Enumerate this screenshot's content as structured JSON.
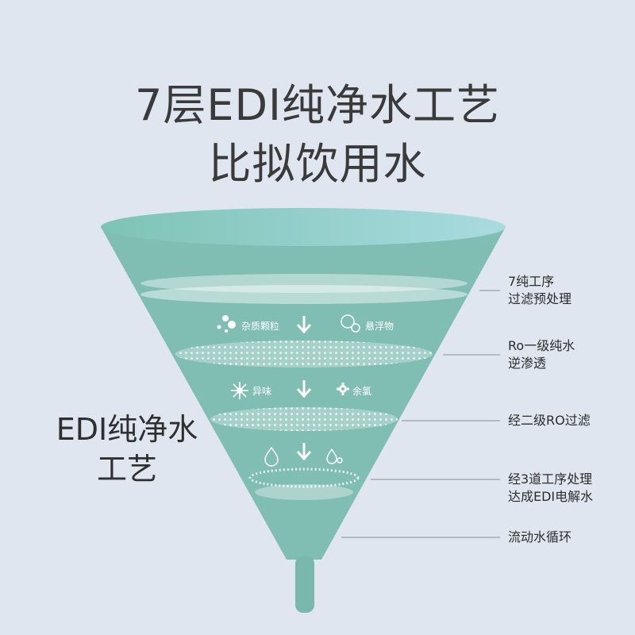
{
  "title": {
    "line1": "7层EDI纯净水工艺",
    "line2": "比拟饮用水"
  },
  "side_label": {
    "line1": "EDI纯净水",
    "line2": "工艺"
  },
  "stages": {
    "row1": {
      "left": "杂质颗粒",
      "right": "悬浮物"
    },
    "row2": {
      "left": "异味",
      "right": "余氯"
    }
  },
  "callouts": {
    "c1": {
      "line1": "7纯工序",
      "line2": "过滤预处理"
    },
    "c2": {
      "line1": "Ro一级纯水",
      "line2": "逆渗透"
    },
    "c3": {
      "line1": "经二级RO过滤"
    },
    "c4": {
      "line1": "经3道工序处理",
      "line2": "达成EDI电解水"
    },
    "c5": {
      "line1": "流动水循环"
    }
  },
  "colors": {
    "background": "#dfe6f0",
    "funnel": "#7fbfb4",
    "funnel_top": "#a3d7d8",
    "callout_line": "#8a8f96"
  },
  "icons": [
    "particles-icon",
    "arrow-down-icon",
    "bubbles-icon",
    "flower-icon",
    "gear-icon",
    "droplet-icon"
  ]
}
